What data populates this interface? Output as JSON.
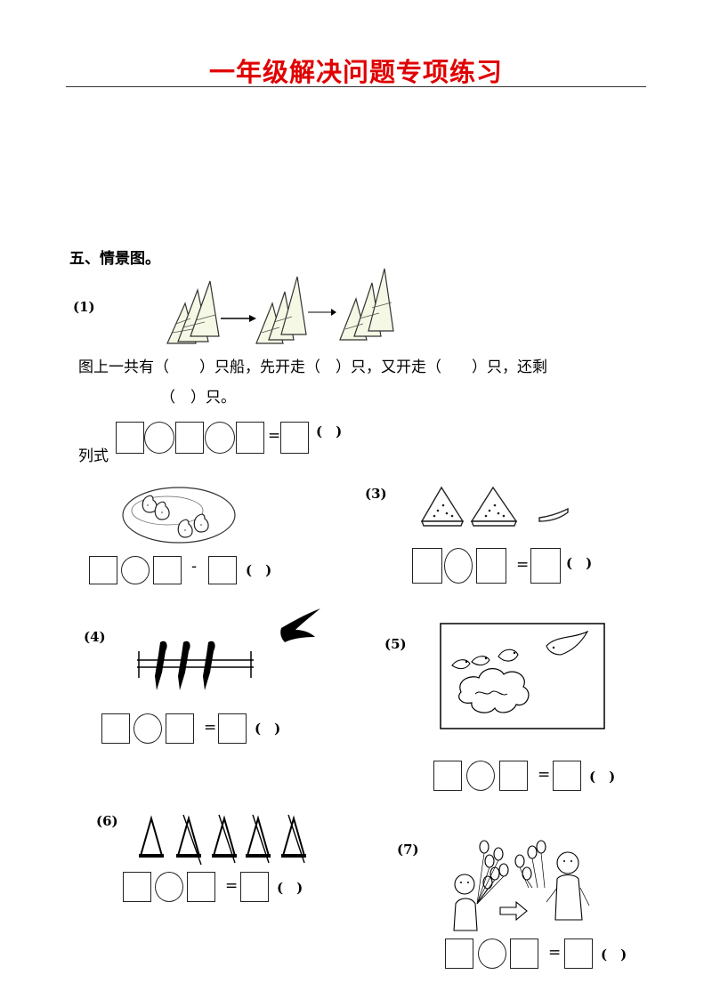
{
  "title": "一年级解决问题专项练习",
  "section": "五、情景图。",
  "q1": {
    "label": "(1)",
    "sentence1": "图上一共有（　　）只船，先开走（　）只，又开走（　　）只，还剩",
    "sentence2": "（　）只。",
    "formula_label": "列式",
    "equals": "=",
    "answer_paren": "(　)"
  },
  "q2": {
    "minus": "-",
    "answer_paren": "(　)"
  },
  "q3": {
    "label": "(3)",
    "equals": "=",
    "answer_paren": "(　)"
  },
  "q4": {
    "label": "(4)",
    "equals": "=",
    "answer_paren": "(　)"
  },
  "q5": {
    "label": "(5)",
    "equals": "=",
    "answer_paren": "(　)"
  },
  "q6": {
    "label": "(6)",
    "equals": "=",
    "answer_paren": "(　)"
  },
  "q7": {
    "label": "(7)",
    "equals": "=",
    "answer_paren": "(　)"
  }
}
